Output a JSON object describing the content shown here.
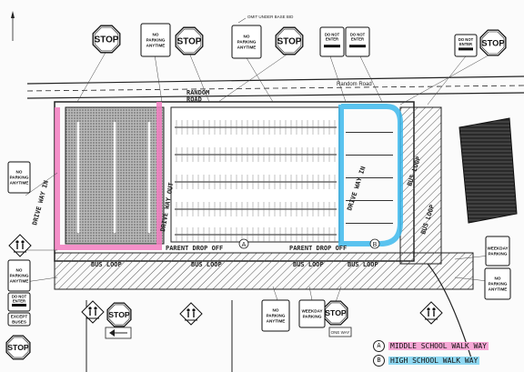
{
  "road": {
    "name": "Random Road",
    "name_handwritten": "RANDOM\nROAD"
  },
  "signs": {
    "stop": "STOP",
    "no_parking_anytime": "NO\nPARKING\nANYTIME",
    "do_not_enter": "DO NOT\nENTER",
    "except_buses": "EXCEPT\nBUSES",
    "do_not_enter_label": "DO NOT\nENTER",
    "one_way": "ONE WAY",
    "top_note": "OMIT UNDER BASE BID",
    "roadside": "WEEKDAY\nPARKING"
  },
  "labels": {
    "drive_way_left": "DRIVE WAY IN",
    "drive_way_center": "DRIVE WAY OUT",
    "drive_way_right": "DRIVE WAY IN",
    "bus_loop_right_top": "BUS LOOP",
    "bus_loop_right_bottom": "BUS LOOP",
    "parent_drop_off_1": "PARENT DROP OFF",
    "parent_drop_off_2": "PARENT DROP OFF",
    "bus_loop_1": "BUS LOOP",
    "bus_loop_2": "BUS LOOP",
    "bus_loop_3": "BUS LOOP",
    "bus_loop_4": "BUS LOOP",
    "marker_a": "A",
    "marker_b": "B"
  },
  "legend": {
    "middle_school_key": "A",
    "middle_school": "MIDDLE SCHOOL WALK WAY",
    "high_school_key": "B",
    "high_school": "HIGH SCHOOL WALK WAY"
  },
  "colors": {
    "middle_school_walkway": "#f27cc0",
    "high_school_walkway": "#3db9ec",
    "line": "#1a1a1a",
    "hatch": "#555555"
  }
}
